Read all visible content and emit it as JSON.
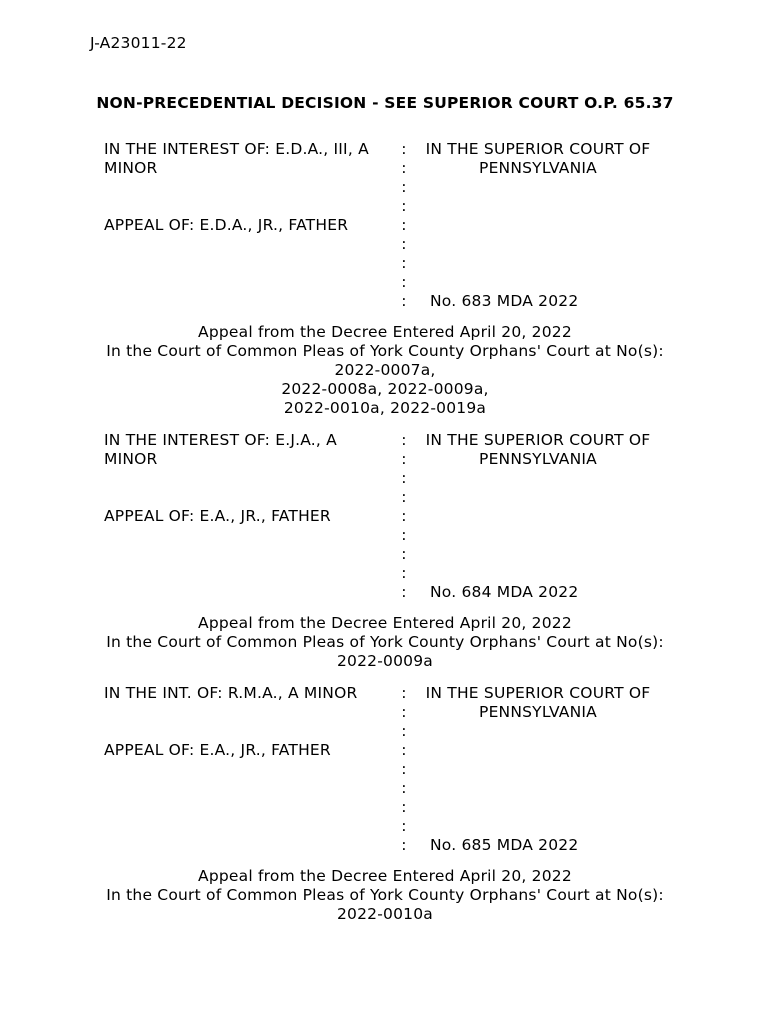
{
  "page": {
    "docket_header": "J-A23011-22",
    "banner": "NON-PRECEDENTIAL DECISION - SEE SUPERIOR COURT O.P. 65.37"
  },
  "colors": {
    "text": "#000000",
    "background": "#ffffff"
  },
  "caption": {
    "separator_char": ":"
  },
  "blocks": [
    {
      "case_title_lines": [
        "IN THE INTEREST OF: E.D.A., III, A",
        "MINOR"
      ],
      "appellant_line": "APPEAL OF: E.D.A., JR., FATHER",
      "court_lines": [
        "IN THE SUPERIOR COURT OF",
        "PENNSYLVANIA"
      ],
      "docket_number": "No. 683 MDA 2022",
      "separator_count": 9,
      "appeal_from_lines": [
        "Appeal from the Decree Entered April 20, 2022",
        "In the Court of Common Pleas of York County Orphans' Court at No(s):",
        "2022-0007a,",
        "2022-0008a, 2022-0009a,",
        "2022-0010a, 2022-0019a"
      ]
    },
    {
      "case_title_lines": [
        "IN THE INTEREST OF: E.J.A., A",
        "MINOR"
      ],
      "appellant_line": "APPEAL OF: E.A., JR., FATHER",
      "court_lines": [
        "IN THE SUPERIOR COURT OF",
        "PENNSYLVANIA"
      ],
      "docket_number": "No. 684 MDA 2022",
      "separator_count": 9,
      "appeal_from_lines": [
        "Appeal from the Decree Entered April 20, 2022",
        "In the Court of Common Pleas of York County Orphans' Court at No(s):",
        "2022-0009a"
      ]
    },
    {
      "case_title_lines": [
        "IN THE INT. OF: R.M.A., A MINOR"
      ],
      "appellant_line": "APPEAL OF: E.A., JR., FATHER",
      "court_lines": [
        "IN THE SUPERIOR COURT OF",
        "PENNSYLVANIA"
      ],
      "docket_number": "No. 685 MDA 2022",
      "separator_count": 9,
      "appeal_from_lines": [
        "Appeal from the Decree Entered April 20, 2022",
        "In the Court of Common Pleas of York County Orphans' Court at No(s):",
        "2022-0010a"
      ]
    }
  ]
}
